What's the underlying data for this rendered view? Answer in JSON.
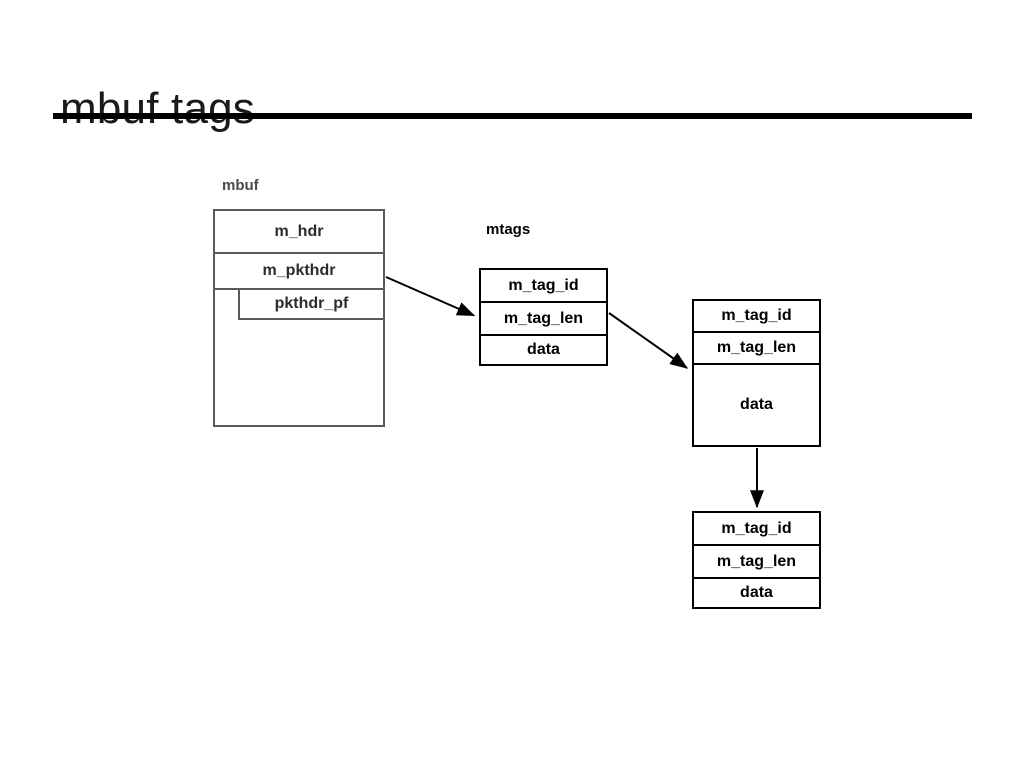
{
  "slide": {
    "title": "mbuf tags"
  },
  "diagram": {
    "labels": {
      "mbuf": "mbuf",
      "mtags": "mtags"
    },
    "mbuf_struct": {
      "rows": [
        {
          "label": "m_hdr"
        },
        {
          "label": "m_pkthdr"
        },
        {
          "label": ""
        }
      ],
      "nested": {
        "label": "pkthdr_pf"
      }
    },
    "tag_boxes": [
      {
        "name": "mtag-first",
        "rows": [
          {
            "label": "m_tag_id"
          },
          {
            "label": "m_tag_len"
          },
          {
            "label": "data"
          }
        ]
      },
      {
        "name": "mtag-second",
        "rows": [
          {
            "label": "m_tag_id"
          },
          {
            "label": "m_tag_len"
          },
          {
            "label": "data"
          }
        ]
      },
      {
        "name": "mtag-third",
        "rows": [
          {
            "label": "m_tag_id"
          },
          {
            "label": "m_tag_len"
          },
          {
            "label": "data"
          }
        ]
      }
    ],
    "connectors": [
      {
        "name": "mbuf-to-mtag-first",
        "from": "m_pkthdr",
        "to": "mtag-first"
      },
      {
        "name": "mtag-first-to-mtag-second",
        "from": "mtag-first",
        "to": "mtag-second"
      },
      {
        "name": "mtag-second-to-mtag-third",
        "from": "mtag-second",
        "to": "mtag-third"
      }
    ]
  },
  "colors": {
    "rule": "#000000",
    "mbuf_stroke": "#5a5a5a",
    "tag_stroke": "#000000",
    "title_text": "#1a1a1a",
    "mbuf_label": "#4a4a4a"
  }
}
